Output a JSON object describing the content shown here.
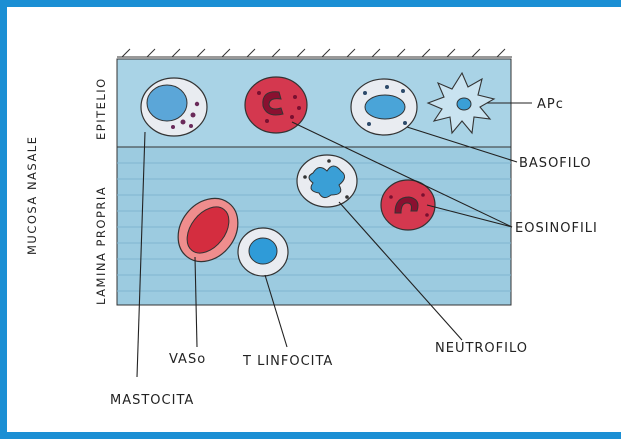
{
  "side_label": "MUCOSA NASALE",
  "layers": {
    "epithelium": "EPITELIO",
    "lamina_propria": "LAMINA PROPRIA"
  },
  "cells": {
    "apc": "APc",
    "basofilo": "BASOFILO",
    "eosinofili": "EOSINOFILI",
    "neutrofilo": "NEUTROFILO",
    "t_linfocita": "T LINFOCITA",
    "vaso": "VASo",
    "mastocita": "MASTOCITA"
  },
  "colors": {
    "frame": "#1b8fd4",
    "epithelium": "#a9d3e6",
    "lamina": "#9ccbe0",
    "red_cell": "#d4384f",
    "blue_nucleus": "#3a9fd6"
  }
}
